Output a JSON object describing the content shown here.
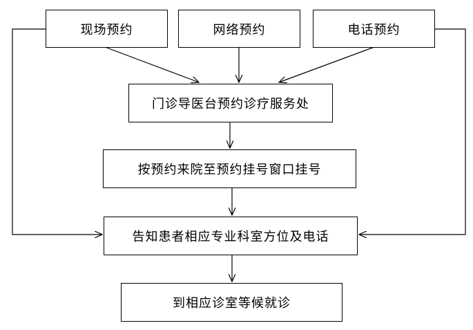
{
  "flowchart": {
    "sources": {
      "onsite": "现场预约",
      "online": "网络预约",
      "phone": "电话预约"
    },
    "steps": {
      "desk": "门诊导医台预约诊疗服务处",
      "register": "按预约来院至预约挂号窗口挂号",
      "inform": "告知患者相应专业科室方位及电话",
      "wait": "到相应诊室等候就诊"
    },
    "line_color": "#000000"
  }
}
